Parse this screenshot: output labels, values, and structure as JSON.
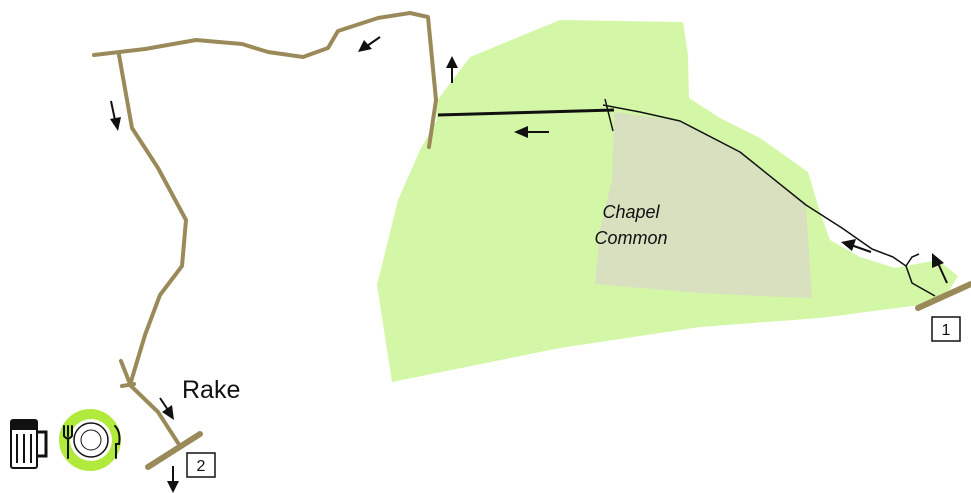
{
  "map": {
    "area_label_line1": "Chapel",
    "area_label_line2": "Common",
    "place_label": "Rake",
    "waypoints": [
      {
        "number": "1"
      },
      {
        "number": "2"
      }
    ],
    "icons": [
      "pub-icon",
      "restaurant-icon"
    ],
    "colors": {
      "open_land": "#d4f7a7",
      "heath": "#d9e0bf",
      "route": "#9a8a5a",
      "path": "#111111",
      "restaurant_ring": "#b2ea3c"
    }
  }
}
